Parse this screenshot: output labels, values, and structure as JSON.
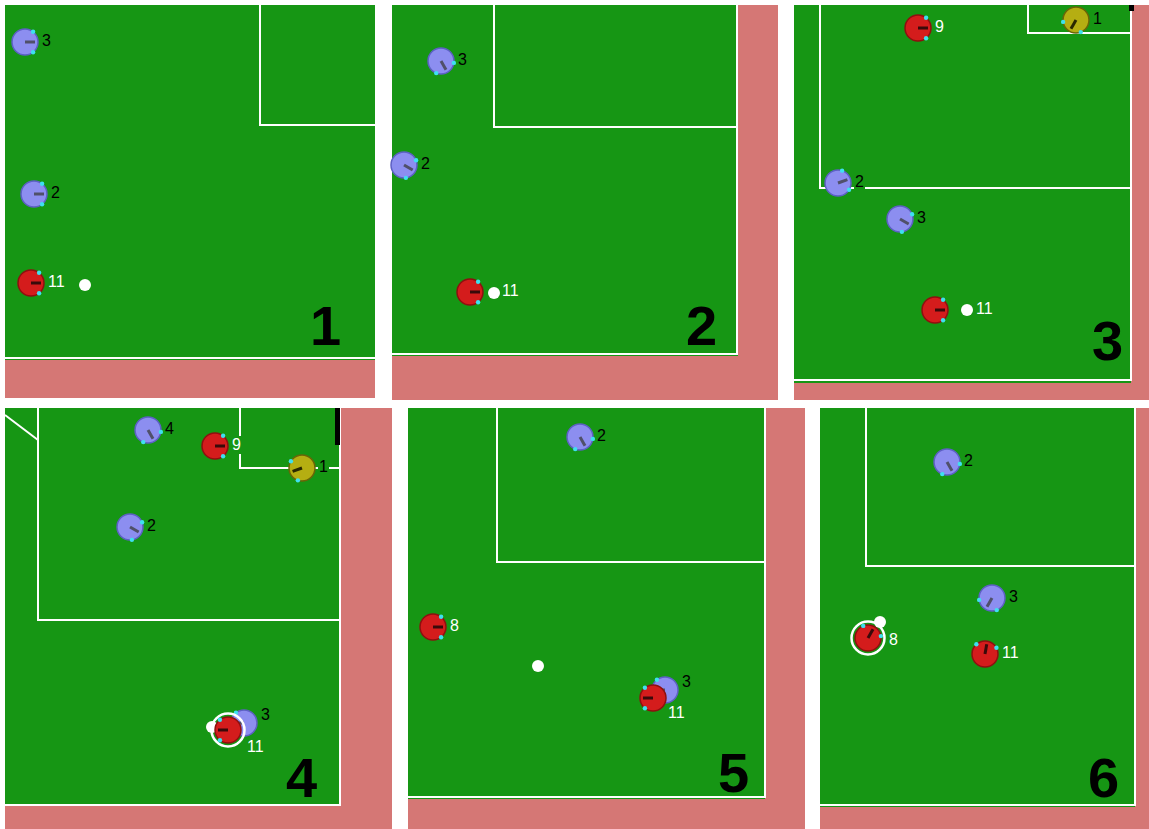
{
  "diagram": {
    "nodes": [
      {
        "text": [
          "1"
        ]
      },
      {
        "text": [
          "3"
        ],
        "in": 0
      },
      {
        "text": [
          "2"
        ],
        "in": 0
      },
      {
        "text": [
          "11"
        ],
        "in": 0
      },
      {
        "text": [
          "2"
        ]
      },
      {
        "text": [
          "3"
        ],
        "in": 4
      },
      {
        "text": [
          "2"
        ],
        "in": 4
      },
      {
        "text": [
          "11"
        ],
        "in": 4
      },
      {
        "text": [
          "3"
        ]
      },
      {
        "text": [
          "9"
        ],
        "in": 8
      },
      {
        "text": [
          "1"
        ],
        "in": 8
      },
      {
        "text": [
          "2"
        ],
        "in": 8
      },
      {
        "text": [
          "3"
        ],
        "in": 8
      },
      {
        "text": [
          "11"
        ],
        "in": 8
      },
      {
        "text": [
          "4"
        ]
      },
      {
        "text": [
          "4"
        ],
        "in": 14
      },
      {
        "text": [
          "9"
        ],
        "in": 14
      },
      {
        "text": [
          "1"
        ],
        "in": 14
      },
      {
        "text": [
          "2"
        ],
        "in": 14
      },
      {
        "text": [
          "3"
        ],
        "in": 14
      },
      {
        "text": [
          "11"
        ],
        "in": 14
      },
      {
        "text": [
          "5"
        ]
      },
      {
        "text": [
          "2"
        ],
        "in": 21
      },
      {
        "text": [
          "8"
        ],
        "in": 21
      },
      {
        "text": [
          "3"
        ],
        "in": 21
      },
      {
        "text": [
          "11"
        ],
        "in": 21
      },
      {
        "text": [
          "6"
        ]
      },
      {
        "text": [
          "2"
        ],
        "in": 26
      },
      {
        "text": [
          "3"
        ],
        "in": 26
      },
      {
        "text": [
          "8"
        ],
        "in": 26
      },
      {
        "text": [
          "11"
        ],
        "in": 26
      }
    ]
  }
}
